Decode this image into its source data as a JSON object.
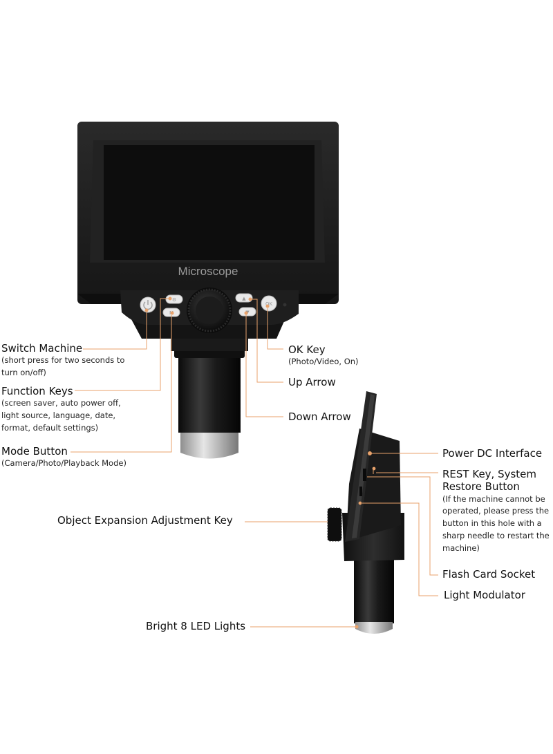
{
  "device": {
    "screen_brand": "Microscope"
  },
  "callouts": {
    "switch_machine": {
      "title": "Switch Machine",
      "note": "(short press for two seconds to turn on/off)"
    },
    "function_keys": {
      "title": "Function Keys",
      "note": "(screen saver, auto power off, light source, language, date, format, default settings)"
    },
    "mode_button": {
      "title": "Mode Button",
      "note": "(Camera/Photo/Playback Mode)"
    },
    "ok_key": {
      "title": "OK Key",
      "note": "(Photo/Video, On)"
    },
    "up_arrow": {
      "title": "Up Arrow"
    },
    "down_arrow": {
      "title": "Down Arrow"
    },
    "power_dc": {
      "title": "Power DC Interface"
    },
    "rest_key": {
      "title": "REST Key, System Restore Button",
      "note": "(If the machine cannot be operated, please press the button in this hole with a sharp needle to restart the machine)"
    },
    "object_expansion": {
      "title": "Object Expansion Adjustment Key"
    },
    "flash_card": {
      "title": "Flash Card Socket"
    },
    "light_modulator": {
      "title": "Light Modulator"
    },
    "led_lights": {
      "title": "Bright 8 LED Lights"
    }
  },
  "colors": {
    "leader_line": "#e8a26b",
    "device_body": "#1c1c1c",
    "screen": "#0d0d0d"
  },
  "icons": {
    "power": "power-icon",
    "menu": "menu-icon",
    "mode": "mode-icon",
    "ok": "ok-icon",
    "up": "up-arrow-icon",
    "down": "down-arrow-icon"
  }
}
